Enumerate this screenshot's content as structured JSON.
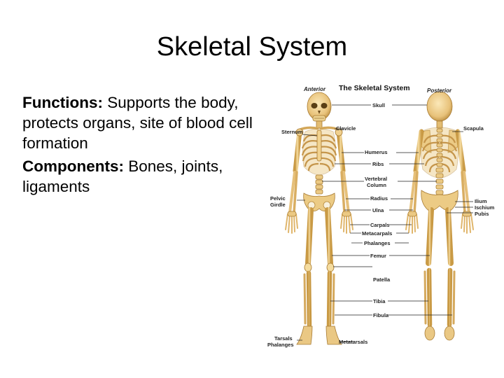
{
  "slide": {
    "title": "Skeletal System",
    "functions_label": "Functions:",
    "functions_text": " Supports the body, protects organs, site of blood cell formation",
    "components_label": "Components:",
    "components_text": " Bones, joints, ligaments"
  },
  "figure": {
    "title": "The Skeletal System",
    "anterior": "Anterior",
    "posterior": "Posterior",
    "labels": {
      "skull": "Skull",
      "sternum": "Sternum",
      "clavicle": "Clavicle",
      "scapula": "Scapula",
      "humerus": "Humerus",
      "ribs": "Ribs",
      "vertebral_1": "Vertebral",
      "vertebral_2": "Column",
      "pelvic_1": "Pelvic",
      "pelvic_2": "Girdle",
      "radius": "Radius",
      "ilium": "Ilium",
      "ischium": "Ischium",
      "pubis": "Pubis",
      "ulna": "Ulna",
      "carpals": "Carpals",
      "metacarpals": "Metacarpals",
      "phalanges_hand": "Phalanges",
      "femur": "Femur",
      "patella": "Patella",
      "tibia": "Tibia",
      "fibula": "Fibula",
      "tarsals": "Tarsals",
      "phalanges_foot": "Phalanges",
      "metatarsals": "Metatarsals"
    },
    "colors": {
      "bone": "#f2d28e",
      "bone_shade": "#c99a45",
      "bone_dark": "#8a6324"
    }
  }
}
